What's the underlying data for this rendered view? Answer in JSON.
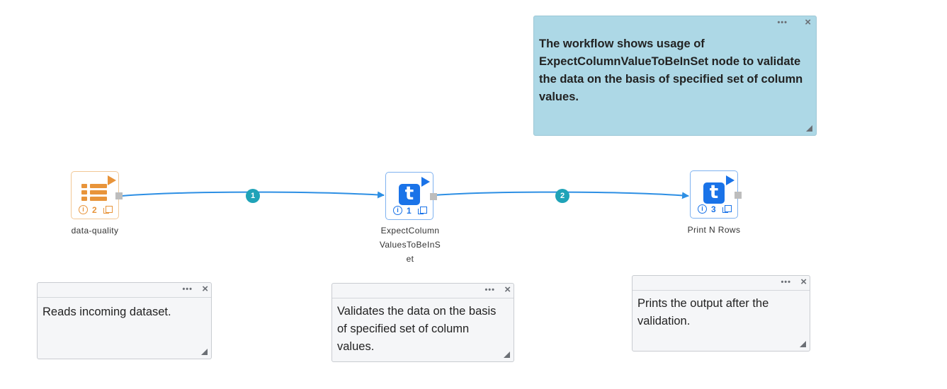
{
  "colors": {
    "link": "#2d8fe4",
    "badge": "#1fa3b8",
    "orange_accent": "#e8943a",
    "blue_accent": "#1a73e8",
    "note_blue": "#add8e6"
  },
  "description_note": {
    "menu": "•••",
    "close": "×",
    "text": "The workflow shows usage of ExpectColumnValueToBeInSet node to validate the data on the basis of specified set of column values."
  },
  "nodes": [
    {
      "label": "data-quality",
      "icon": "table-list-icon",
      "count": "2"
    },
    {
      "label": "ExpectColumnValuesToBeInSet",
      "label_lines": [
        "ExpectColumn",
        "ValuesToBeInS",
        "et"
      ],
      "icon": "t-icon",
      "count": "1"
    },
    {
      "label": "Print N Rows",
      "icon": "t-icon",
      "count": "3"
    }
  ],
  "links": [
    {
      "badge": "1"
    },
    {
      "badge": "2"
    }
  ],
  "notes": [
    {
      "menu": "•••",
      "close": "×",
      "text": "Reads incoming dataset."
    },
    {
      "menu": "•••",
      "close": "×",
      "text": "Validates the data on the basis of specified set of column values."
    },
    {
      "menu": "•••",
      "close": "×",
      "text": "Prints the output after the validation."
    }
  ]
}
